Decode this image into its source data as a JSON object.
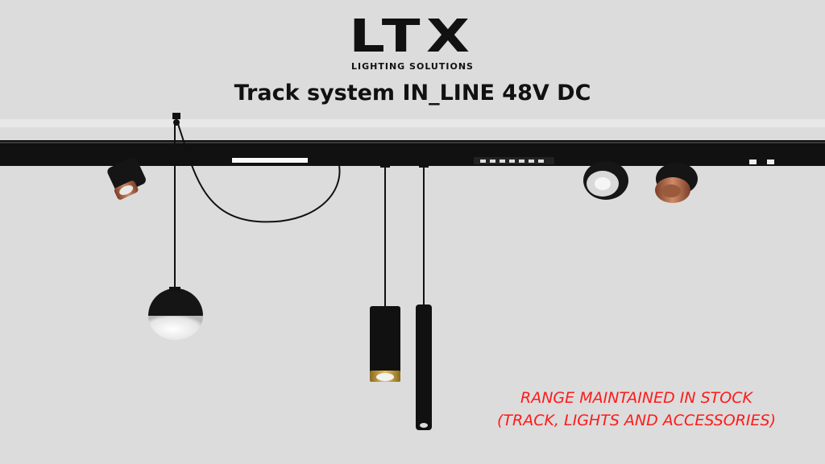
{
  "logo": {
    "name": "LTX",
    "tagline": "LIGHTING SOLUTIONS"
  },
  "title": "Track system IN_LINE 48V DC",
  "notice": {
    "line1": "RANGE MAINTAINED IN STOCK",
    "line2": "(TRACK, LIGHTS AND ACCESSORIES)"
  },
  "colors": {
    "background": "#dcdcdc",
    "track": "#111111",
    "notice_text": "#ff1a1a",
    "copper": "#b86a4a",
    "gold": "#c8a040"
  }
}
